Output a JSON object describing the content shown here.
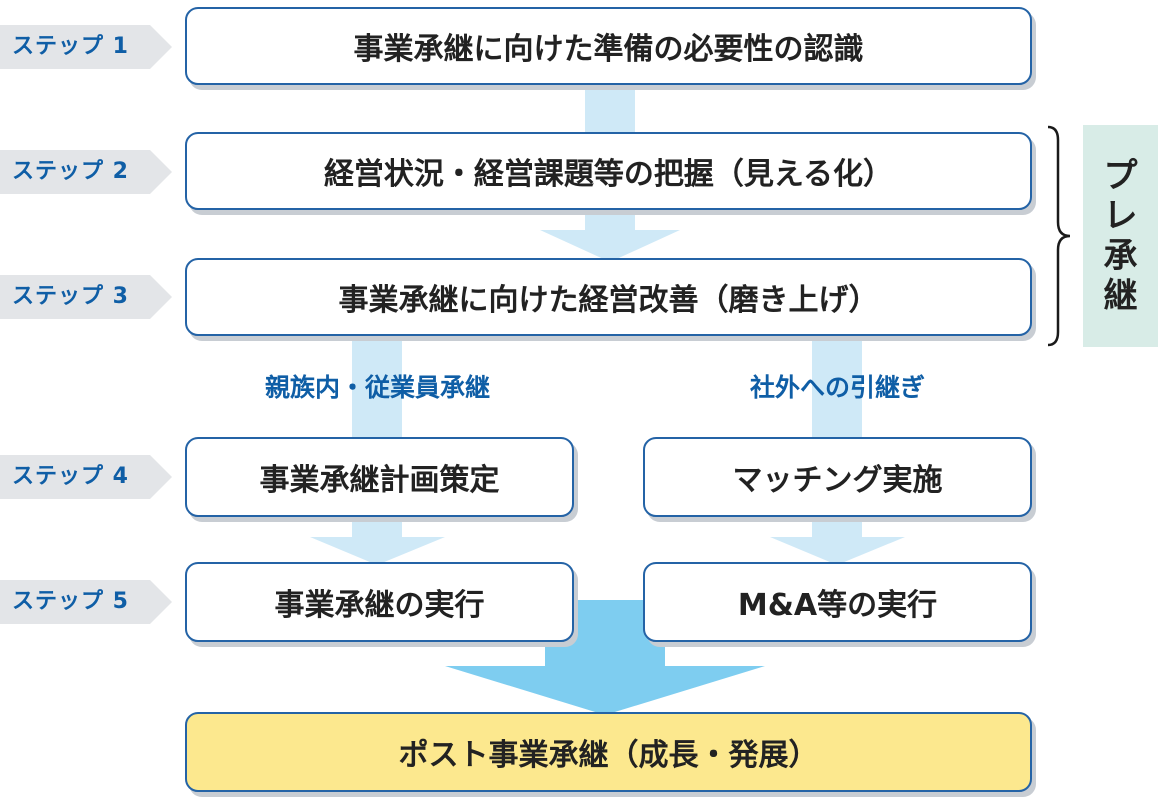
{
  "steps": [
    {
      "label": "ステップ 1"
    },
    {
      "label": "ステップ 2"
    },
    {
      "label": "ステップ 3"
    },
    {
      "label": "ステップ 4"
    },
    {
      "label": "ステップ 5"
    }
  ],
  "boxes": {
    "step1": "事業承継に向けた準備の必要性の認識",
    "step2": "経営状況・経営課題等の把握（見える化）",
    "step3": "事業承継に向けた経営改善（磨き上げ）",
    "step4_family": "事業承継計画策定",
    "step4_external": "マッチング実施",
    "step5_family": "事業承継の実行",
    "step5_external": "M&A等の実行",
    "post": "ポスト事業承継（成長・発展）"
  },
  "branches": {
    "family": "親族内・従業員承継",
    "external": "社外への引継ぎ"
  },
  "pre_succession": {
    "chars": [
      "プ",
      "レ",
      "承",
      "継"
    ]
  },
  "colors": {
    "arrow": "#cfe9f7",
    "arrow_big": "#7ecdf0",
    "border": "#2463a6",
    "label_text": "#0f5ea6",
    "final_fill": "#fce88e",
    "pre_fill": "#d8ece7"
  }
}
